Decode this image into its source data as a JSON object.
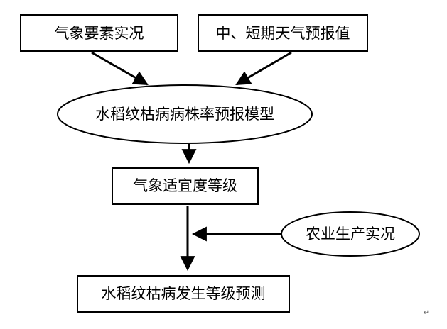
{
  "diagram": {
    "nodes": {
      "met_observation": "气象要素实况",
      "forecast_values": "中、短期天气预报值",
      "forecast_model": "水稻纹枯病病株率预报模型",
      "suitability_level": "气象适宜度等级",
      "agri_conditions": "农业生产实况",
      "occurrence_forecast": "水稻纹枯病发生等级预测"
    },
    "footer_mark": "↵"
  }
}
